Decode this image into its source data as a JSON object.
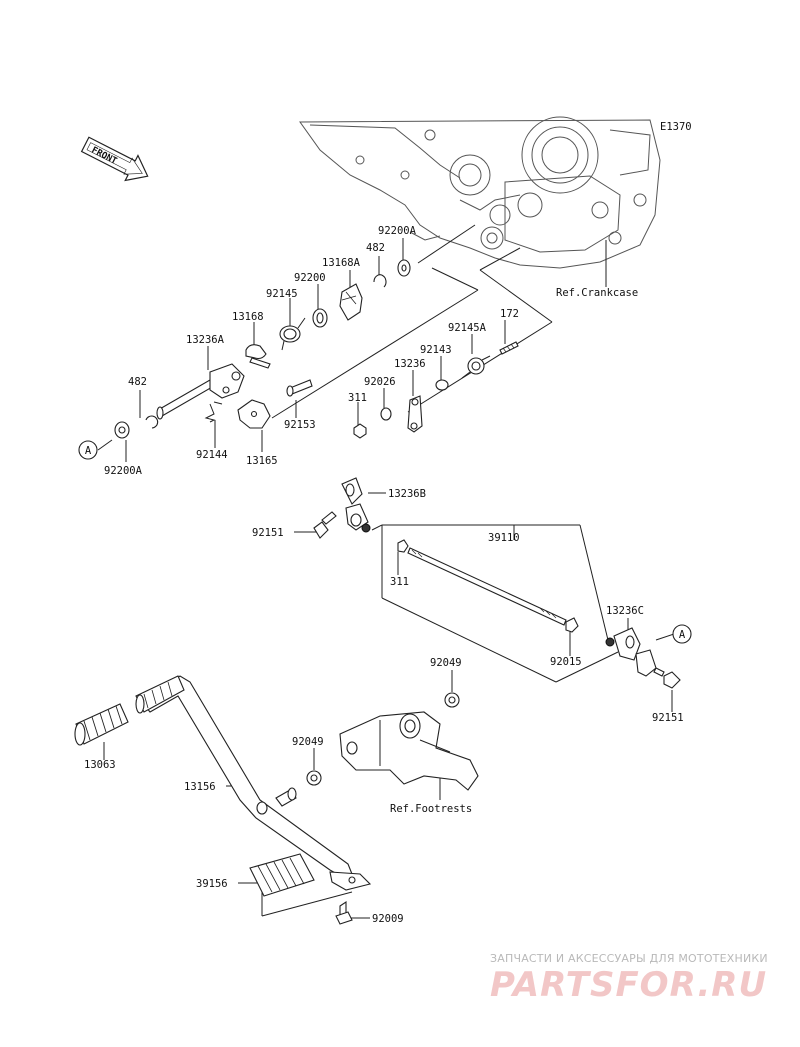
{
  "diagram_code": "E1370",
  "front_arrow": {
    "text": "FRONT"
  },
  "references": {
    "crankcase": "Ref.Crankcase",
    "footrests": "Ref.Footrests"
  },
  "callout": "A",
  "parts": {
    "p92200A_top": "92200A",
    "p482_top": "482",
    "p13168A": "13168A",
    "p92200": "92200",
    "p92145": "92145",
    "p13168": "13168",
    "p13236A": "13236A",
    "p482_left": "482",
    "p92200A_left": "92200A",
    "p92144": "92144",
    "p13165": "13165",
    "p92153": "92153",
    "p172": "172",
    "p92145A": "92145A",
    "p92143": "92143",
    "p13236": "13236",
    "p92026": "92026",
    "p311_top": "311",
    "p13236B": "13236B",
    "p92151_left": "92151",
    "p39110": "39110",
    "p311_mid": "311",
    "p13236C": "13236C",
    "p92015": "92015",
    "p92151_right": "92151",
    "p92049_top": "92049",
    "p92049_mid": "92049",
    "p13063": "13063",
    "p13156": "13156",
    "p39156": "39156",
    "p92009": "92009"
  },
  "watermark": {
    "tagline": "ЗАПЧАСТИ И АКСЕССУАРЫ ДЛЯ МОТОТЕХНИКИ",
    "brand": "PARTSFOR.RU"
  }
}
